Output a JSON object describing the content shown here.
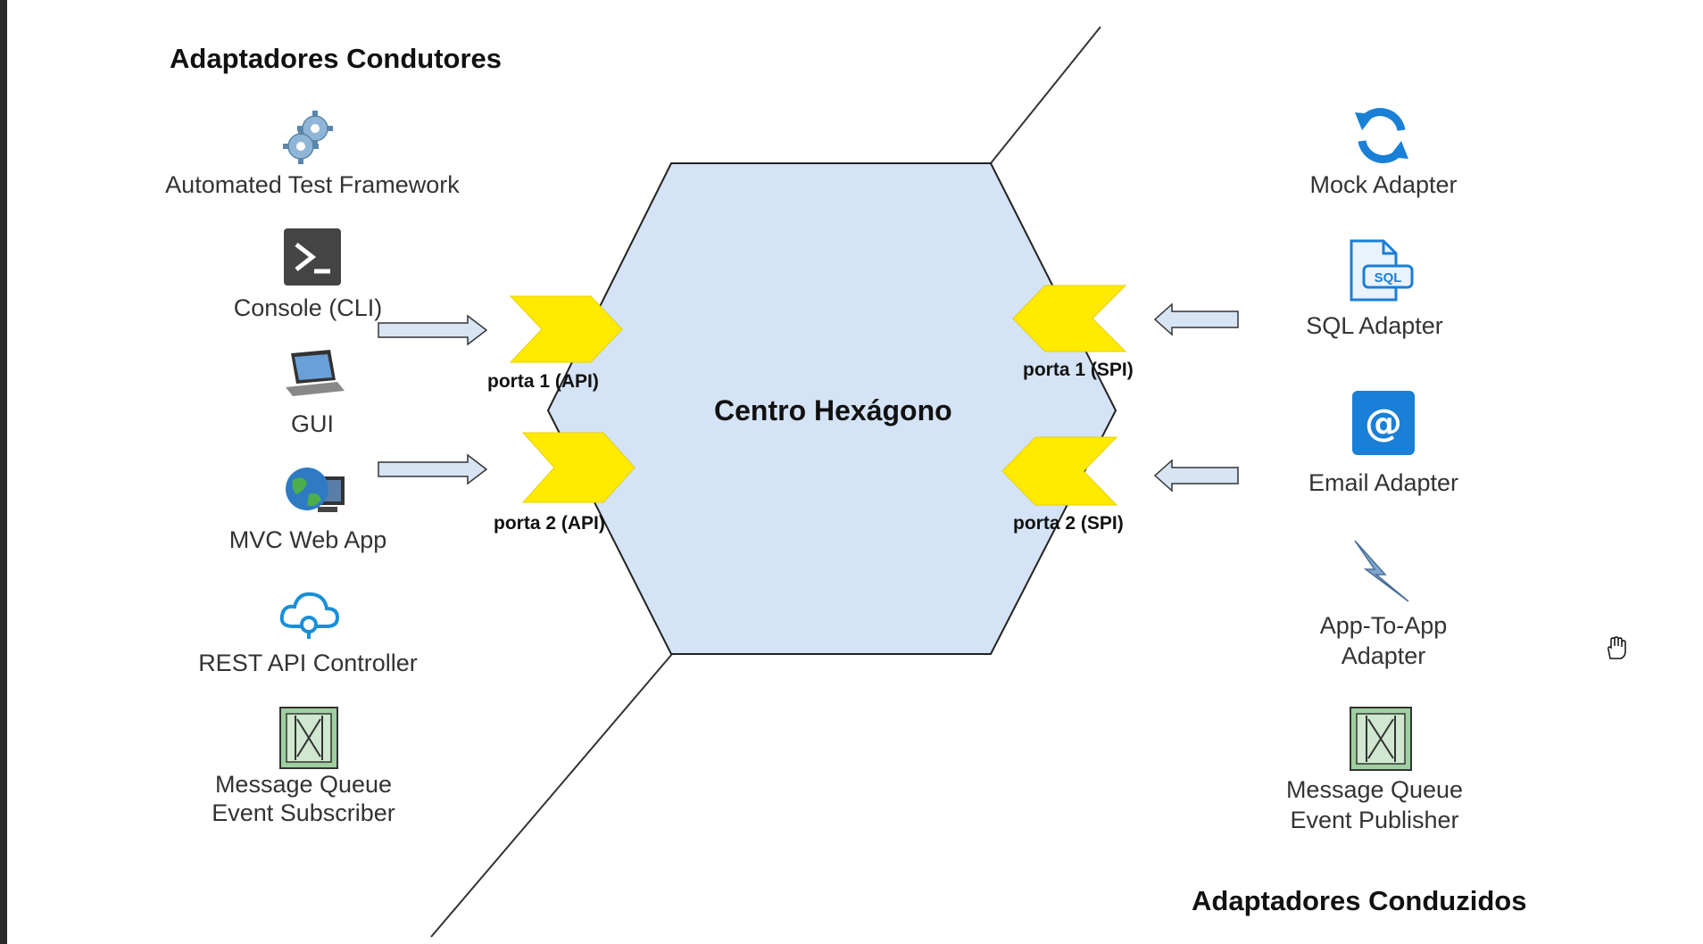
{
  "headings": {
    "driving": "Adaptadores Condutores",
    "driven": "Adaptadores Conduzidos"
  },
  "hexagon": {
    "label": "Centro Hexágono",
    "fill": "#d4e3f5"
  },
  "ports": {
    "api1": "porta 1 (API)",
    "api2": "porta 2 (API)",
    "spi1": "porta 1 (SPI)",
    "spi2": "porta 2 (SPI)",
    "color": "#ffea00"
  },
  "driving_adapters": [
    {
      "label": "Automated Test Framework",
      "icon": "gears-icon"
    },
    {
      "label": "Console (CLI)",
      "icon": "terminal-icon"
    },
    {
      "label": "GUI",
      "icon": "laptop-icon"
    },
    {
      "label": "MVC Web App",
      "icon": "globe-computer-icon"
    },
    {
      "label": "REST API Controller",
      "icon": "cloud-icon"
    },
    {
      "label_line1": "Message Queue",
      "label_line2": "Event Subscriber",
      "icon": "message-queue-icon"
    }
  ],
  "driven_adapters": [
    {
      "label": "Mock Adapter",
      "icon": "refresh-icon"
    },
    {
      "label": "SQL Adapter",
      "icon": "sql-file-icon"
    },
    {
      "label": "Email Adapter",
      "icon": "email-icon"
    },
    {
      "label_line1": "App-To-App",
      "label_line2": "Adapter",
      "icon": "lightning-icon"
    },
    {
      "label_line1": "Message Queue",
      "label_line2": "Event Publisher",
      "icon": "message-queue-icon"
    }
  ]
}
